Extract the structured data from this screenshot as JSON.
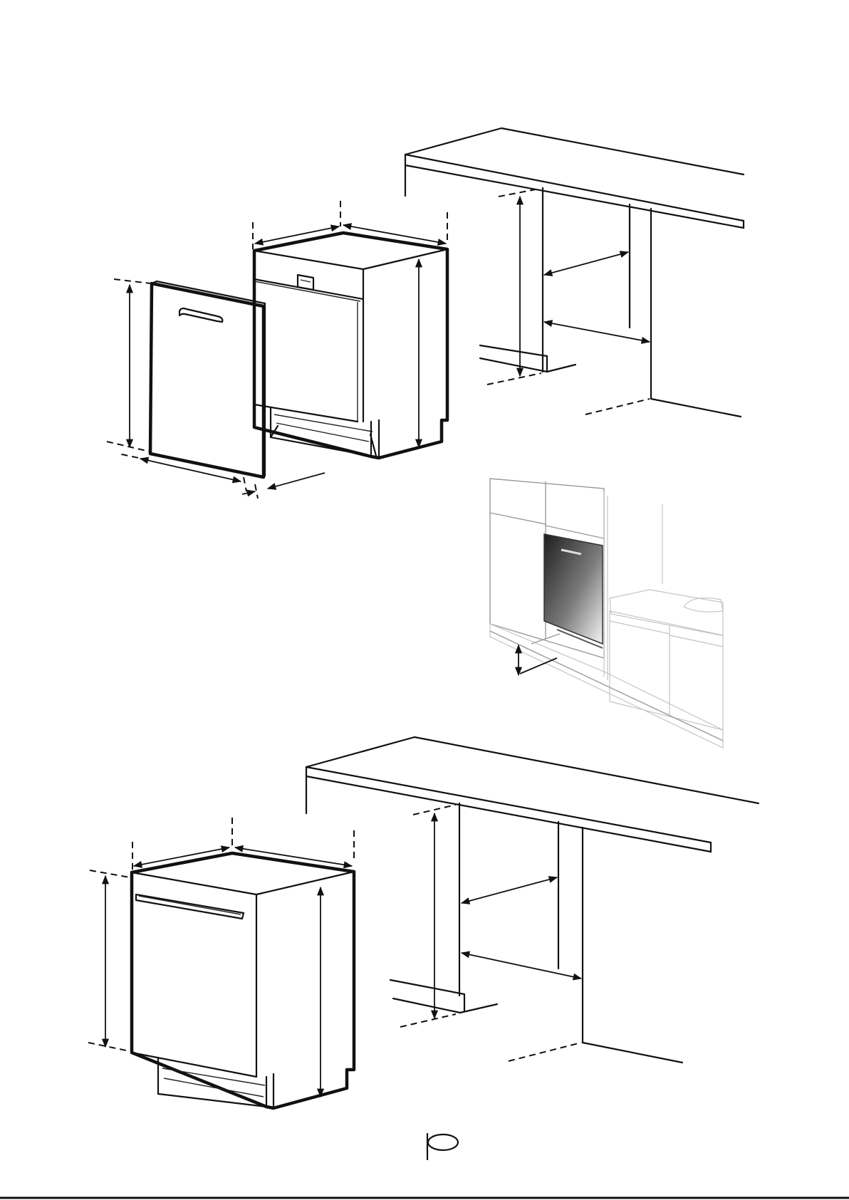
{
  "figures": [
    {
      "id": "integrated-dishwasher-with-panel",
      "icon": "dishwasher-with-separate-door-panel-icon"
    },
    {
      "id": "cabinet-niche-top",
      "icon": "cabinet-niche-icon"
    },
    {
      "id": "kitchen-installed-view",
      "icon": "installed-dishwasher-icon"
    },
    {
      "id": "cabinet-niche-bottom",
      "icon": "cabinet-niche-icon"
    },
    {
      "id": "fully-integrated-dishwasher",
      "icon": "fully-integrated-dishwasher-icon"
    }
  ],
  "footer": {
    "page_marker": "page-number-oval"
  },
  "colors": {
    "line": "#111111",
    "background": "#ffffff",
    "gradient_dark": "#2a2a2a",
    "gradient_light": "#f2f2f2"
  }
}
